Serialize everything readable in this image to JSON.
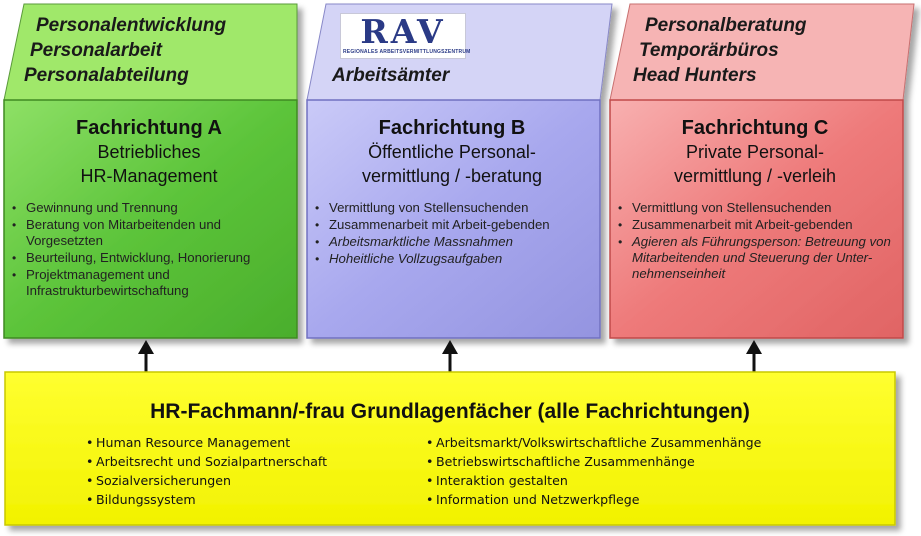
{
  "columns": [
    {
      "id": "a",
      "top_lines": [
        "Personalentwicklung",
        "Personalarbeit",
        "Personalabteilung"
      ],
      "title": "Fachrichtung A",
      "subtitle_lines": [
        "Betriebliches",
        "HR-Management"
      ],
      "bullets": [
        {
          "text": "Gewinnung und Trennung",
          "italic": false
        },
        {
          "text": "Beratung von Mitarbeitenden und Vorgesetzten",
          "italic": false
        },
        {
          "text": "Beurteilung, Entwicklung, Honorierung",
          "italic": false
        },
        {
          "text": "Projektmanagement und Infrastrukturbewirtschaftung",
          "italic": false
        }
      ],
      "colors": {
        "top": "#a0e86a",
        "body": "#5cc43a",
        "body_light": "#8ee066"
      }
    },
    {
      "id": "b",
      "logo": {
        "word": "RAV",
        "sub": "REGIONALES ARBEITSVERMITTLUNGSZENTRUM"
      },
      "top_lines": [
        "Arbeitsämter"
      ],
      "title": "Fachrichtung B",
      "subtitle_lines": [
        "Öffentliche Personal-",
        "vermittlung / -beratung"
      ],
      "bullets": [
        {
          "text": "Vermittlung von Stellensuchenden",
          "italic": false
        },
        {
          "text": "Zusammenarbeit mit Arbeit-gebenden",
          "italic": false
        },
        {
          "text": "Arbeitsmarktliche Massnahmen",
          "italic": true
        },
        {
          "text": "Hoheitliche Vollzugsaufgaben",
          "italic": true
        }
      ],
      "colors": {
        "top": "#d4d4f6",
        "body": "#a8a8ee",
        "body_light": "#cacaf8"
      }
    },
    {
      "id": "c",
      "top_lines": [
        "Personalberatung",
        "Temporärbüros",
        "Head Hunters"
      ],
      "title": "Fachrichtung C",
      "subtitle_lines": [
        "Private Personal-",
        "vermittlung / -verleih"
      ],
      "bullets": [
        {
          "text": "Vermittlung von Stellensuchenden",
          "italic": false
        },
        {
          "text": "Zusammenarbeit mit Arbeit-gebenden",
          "italic": false
        },
        {
          "text": "Agieren als Führungsperson: Betreuung von Mitarbeitenden und Steuerung der Unter-nehmenseinheit",
          "italic": true
        }
      ],
      "colors": {
        "top": "#f6b4b4",
        "body": "#ee7a7a",
        "body_light": "#f8b0b0"
      }
    }
  ],
  "base": {
    "title": "HR-Fachmann/-frau Grundlagenfächer (alle Fachrichtungen)",
    "left_items": [
      "Human Resource Management",
      "Arbeitsrecht und Sozialpartnerschaft",
      "Sozialversicherungen",
      "Bildungssystem"
    ],
    "right_items": [
      "Arbeitsmarkt/Volkswirtschaftliche Zusammenhänge",
      "Betriebswirtschaftliche Zusammenhänge",
      "Interaktion gestalten",
      "Information und Netzwerkpflege"
    ],
    "colors": {
      "fill": "#fafa00",
      "border": "#c8c800"
    }
  },
  "arrow_color": "#111111"
}
